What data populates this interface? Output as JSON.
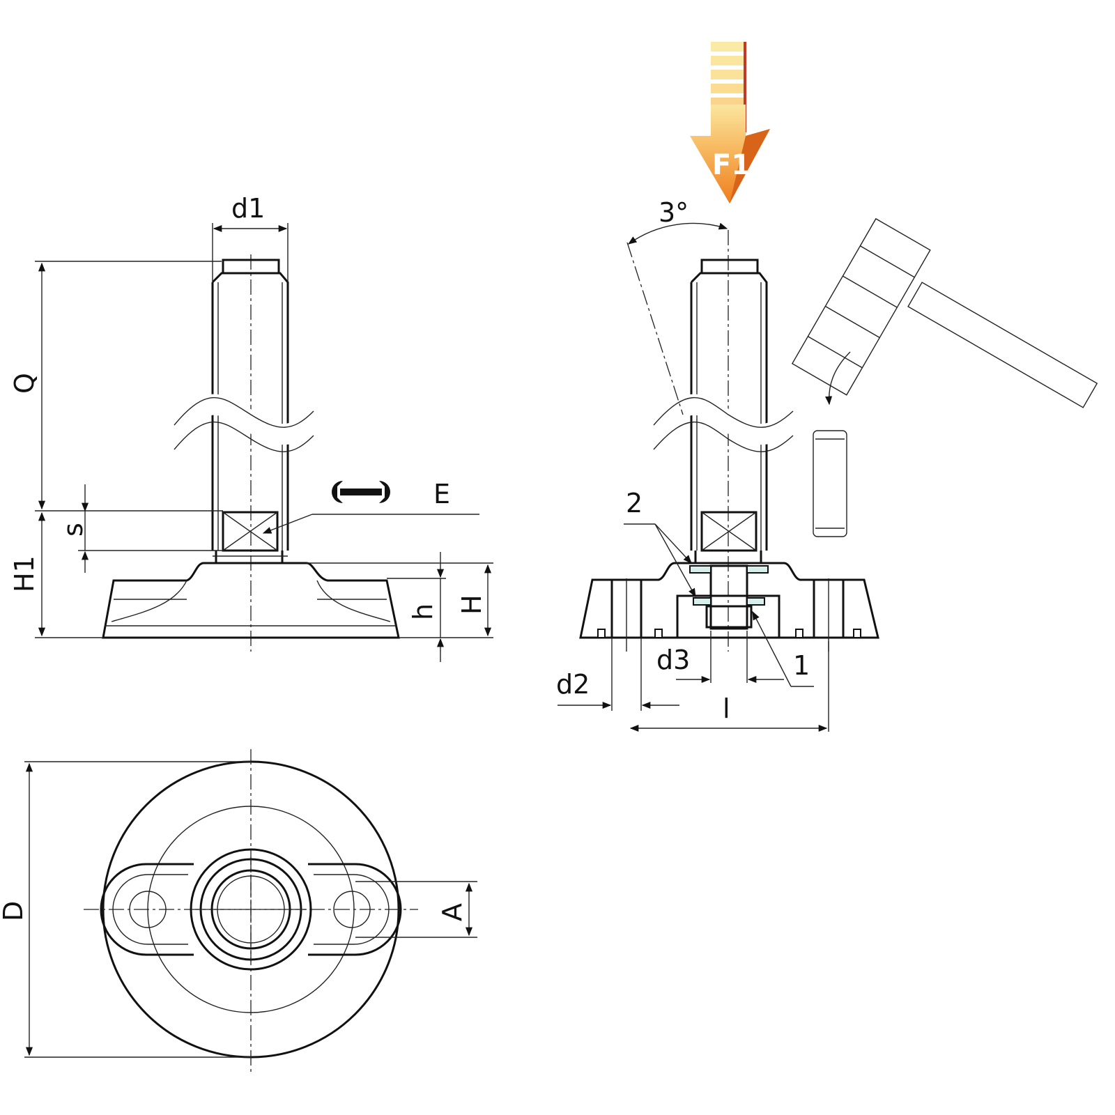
{
  "labels": {
    "d1": "d1",
    "Q": "Q",
    "E": "E",
    "s": "s",
    "H1": "H1",
    "h": "h",
    "H": "H",
    "D": "D",
    "A": "A",
    "angle": "3°",
    "part2": "2",
    "part1": "1",
    "d3": "d3",
    "d2": "d2",
    "l": "l",
    "force": "F1"
  },
  "colors": {
    "section_fill": "#d6efec",
    "arrow_orange": "#f08a24",
    "arrow_light": "#fbe9a6"
  }
}
